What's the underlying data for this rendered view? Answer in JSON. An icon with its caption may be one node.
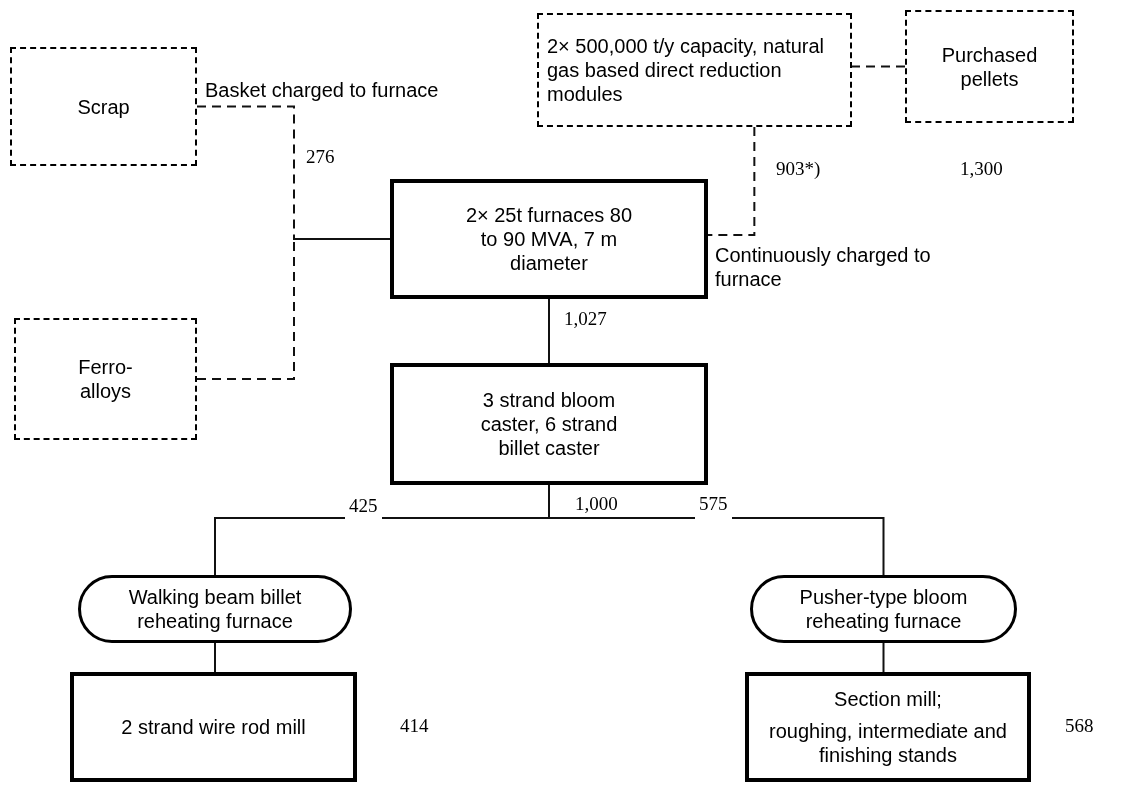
{
  "diagram": {
    "nodes": [
      {
        "text": [
          "Scrap"
        ]
      },
      {
        "text": [
          "2× 500,000 t/y capacity, natural gas based direct reduction modules"
        ]
      },
      {
        "text": [
          "Purchased pellets"
        ]
      },
      {
        "text": [
          "2× 25t furnaces 80 to 90 MVA, 7 m diameter"
        ]
      },
      {
        "text": [
          "Ferro- alloys"
        ]
      },
      {
        "text": [
          "3 strand bloom caster, 6 strand billet caster"
        ]
      },
      {
        "text": [
          "Walking beam billet reheating furnace"
        ]
      },
      {
        "text": [
          "Pusher-type bloom reheating furnace"
        ]
      },
      {
        "text": [
          "2 strand wire rod mill"
        ]
      },
      {
        "text": [
          "Section mill;",
          "roughing, intermediate and finishing stands"
        ]
      }
    ],
    "edges": [
      {
        "from": 0,
        "to": 3,
        "arrow": "none",
        "style": "dashed"
      },
      {
        "from": 4,
        "to": 3,
        "arrow": "none",
        "style": "dashed"
      },
      {
        "from": 2,
        "to": 1,
        "arrow": "none",
        "style": "dashed"
      },
      {
        "from": 1,
        "to": 3,
        "arrow": "none",
        "style": "dashed",
        "label": "903*)"
      },
      {
        "from": 3,
        "to": 5,
        "arrow": "none",
        "label": "1,027"
      },
      {
        "from": 5,
        "to": 6,
        "arrow": "none",
        "label": "425"
      },
      {
        "from": 5,
        "to": 7,
        "arrow": "none",
        "label": "575"
      },
      {
        "from": 6,
        "to": 8,
        "arrow": "none"
      },
      {
        "from": 7,
        "to": 9,
        "arrow": "none"
      }
    ],
    "labels": [
      "Basket charged to furnace",
      "276",
      "1,300",
      "Continuously charged to furnace",
      "1,000",
      "414",
      "568"
    ]
  }
}
